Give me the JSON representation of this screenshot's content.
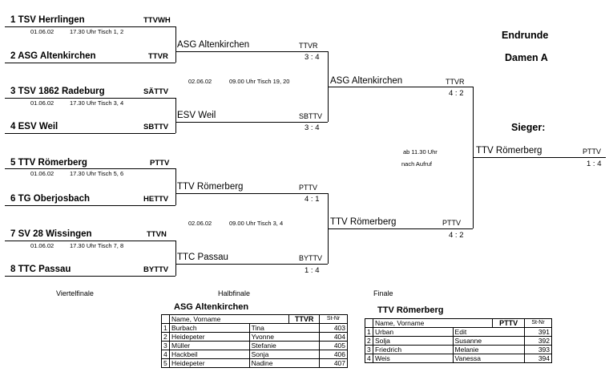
{
  "header": {
    "title": "Endrunde",
    "subtitle": "Damen A",
    "winner_label": "Sieger:"
  },
  "quarterfinals": [
    {
      "team1": {
        "seed": "1",
        "name": "TSV Herrlingen",
        "code": "TTVWH"
      },
      "date": "01.06.02",
      "time": "17.30 Uhr Tisch 1, 2",
      "team2": {
        "seed": "2",
        "name": "ASG Altenkirchen",
        "code": "TTVR"
      }
    },
    {
      "team1": {
        "seed": "3",
        "name": "TSV 1862 Radeburg",
        "code": "SÄTTV"
      },
      "date": "01.06.02",
      "time": "17.30 Uhr Tisch 3, 4",
      "team2": {
        "seed": "4",
        "name": "ESV Weil",
        "code": "SBTTV"
      }
    },
    {
      "team1": {
        "seed": "5",
        "name": "TTV Römerberg",
        "code": "PTTV"
      },
      "date": "01.06.02",
      "time": "17.30 Uhr Tisch 5, 6",
      "team2": {
        "seed": "6",
        "name": "TG Oberjosbach",
        "code": "HETTV"
      }
    },
    {
      "team1": {
        "seed": "7",
        "name": "SV 28 Wissingen",
        "code": "TTVN"
      },
      "date": "01.06.02",
      "time": "17.30 Uhr Tisch 7, 8",
      "team2": {
        "seed": "8",
        "name": "TTC Passau",
        "code": "BYTTV"
      }
    }
  ],
  "qf_winners": [
    {
      "name": "ASG Altenkirchen",
      "code": "TTVR",
      "score": "3 : 4"
    },
    {
      "name": "ESV Weil",
      "code": "SBTTV",
      "score": "3 : 4"
    },
    {
      "name": "TTV Römerberg",
      "code": "PTTV",
      "score": "4 : 1"
    },
    {
      "name": "TTC Passau",
      "code": "BYTTV",
      "score": "1 : 4"
    }
  ],
  "semifinal_times": [
    {
      "date": "02.06.02",
      "time": "09.00 Uhr Tisch 19, 20"
    },
    {
      "date": "02.06.02",
      "time": "09.00 Uhr Tisch 3, 4"
    }
  ],
  "sf_winners": [
    {
      "name": "ASG Altenkirchen",
      "code": "TTVR",
      "score": "4 : 2"
    },
    {
      "name": "TTV Römerberg",
      "code": "PTTV",
      "score": "4 : 2"
    }
  ],
  "final_time": {
    "line1": "ab 11.30 Uhr",
    "line2": "nach Aufruf"
  },
  "champion": {
    "name": "TTV Römerberg",
    "code": "PTTV",
    "score": "1 : 4"
  },
  "round_labels": {
    "qf": "Viertelfinale",
    "sf": "Halbfinale",
    "f": "Finale"
  },
  "rosters": [
    {
      "team": "ASG Altenkirchen",
      "code": "TTVR",
      "col_name": "Name, Vorname",
      "col_nr": "St-Nr",
      "players": [
        {
          "no": "1",
          "last": "Burbach",
          "first": "Tina",
          "nr": "403"
        },
        {
          "no": "2",
          "last": "Heidepeter",
          "first": "Yvonne",
          "nr": "404"
        },
        {
          "no": "3",
          "last": "Müller",
          "first": "Stefanie",
          "nr": "405"
        },
        {
          "no": "4",
          "last": "Hackbeil",
          "first": "Sonja",
          "nr": "406"
        },
        {
          "no": "5",
          "last": "Heidepeter",
          "first": "Nadine",
          "nr": "407"
        }
      ]
    },
    {
      "team": "TTV Römerberg",
      "code": "PTTV",
      "col_name": "Name, Vorname",
      "col_nr": "St-Nr",
      "players": [
        {
          "no": "1",
          "last": "Urban",
          "first": "Edit",
          "nr": "391"
        },
        {
          "no": "2",
          "last": "Solja",
          "first": "Susanne",
          "nr": "392"
        },
        {
          "no": "3",
          "last": "Friedrich",
          "first": "Melanie",
          "nr": "393"
        },
        {
          "no": "4",
          "last": "Weis",
          "first": "Vanessa",
          "nr": "394"
        }
      ]
    }
  ]
}
